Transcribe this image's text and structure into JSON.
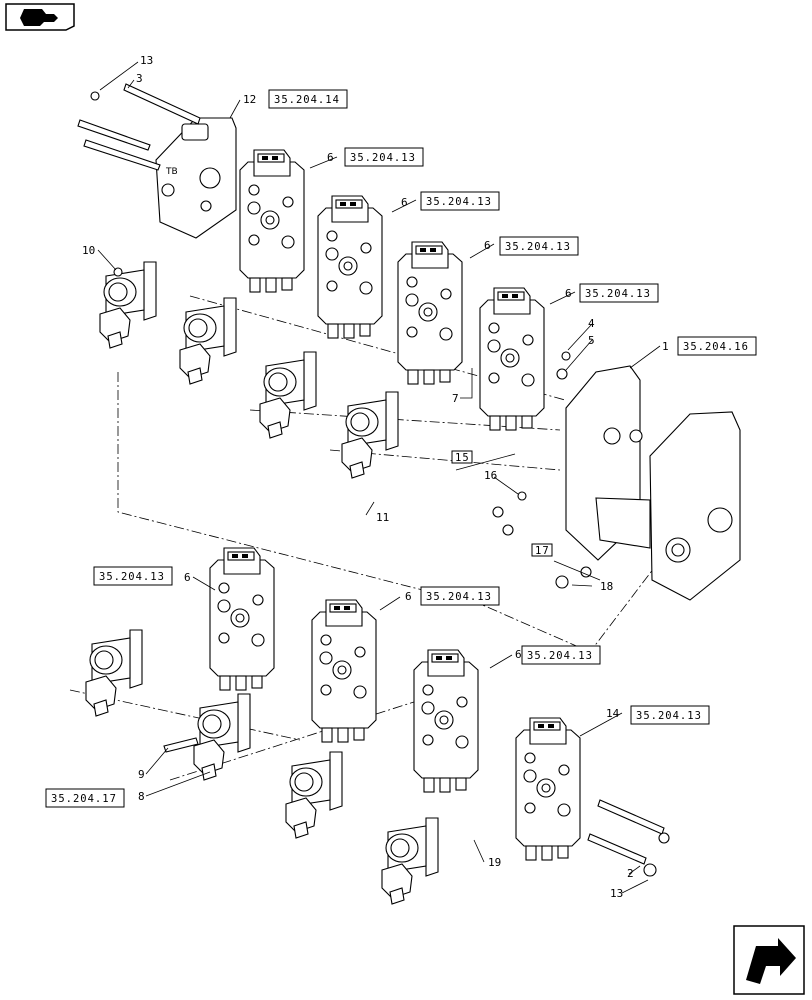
{
  "nav": {
    "back_icon": "back-arrow-icon",
    "next_icon": "next-arrow-icon"
  },
  "refs": {
    "r12": "35.204.14",
    "r6a": "35.204.13",
    "r6b": "35.204.13",
    "r6c": "35.204.13",
    "r6d": "35.204.13",
    "r1": "35.204.16",
    "r6e": "35.204.13",
    "r6f": "35.204.13",
    "r6g": "35.204.13",
    "r14": "35.204.13",
    "r8": "35.204.17"
  },
  "callouts": {
    "c13a": "13",
    "c3": "3",
    "c12": "12",
    "c6a": "6",
    "c6b": "6",
    "c6c": "6",
    "c6d": "6",
    "c4": "4",
    "c5": "5",
    "c1": "1",
    "c10": "10",
    "c7": "7",
    "c15": "15",
    "c16": "16",
    "c11": "11",
    "c17": "17",
    "c18": "18",
    "c6e": "6",
    "c6f": "6",
    "c6g": "6",
    "c14": "14",
    "c9": "9",
    "c8": "8",
    "c2": "2",
    "c13b": "13",
    "c19": "19"
  }
}
